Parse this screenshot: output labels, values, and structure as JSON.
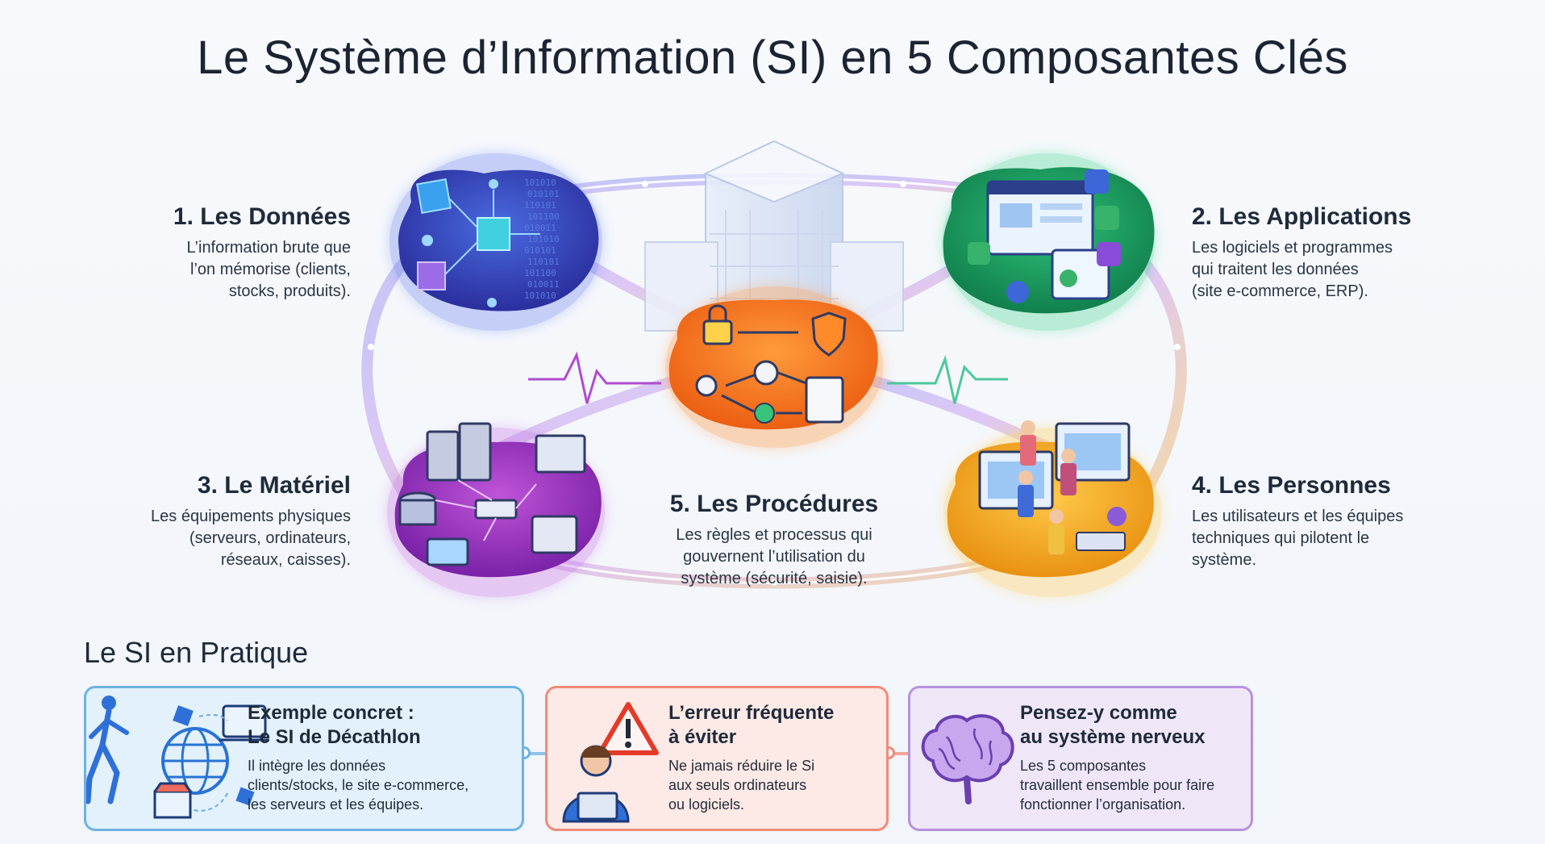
{
  "title": "Le Système d’Information (SI) en 5 Composantes Clés",
  "components": [
    {
      "heading": "1. Les Données",
      "lines": [
        "L’information brute que",
        "l’on mémorise (clients,",
        "stocks, produits)."
      ],
      "color": "#3c4fc8"
    },
    {
      "heading": "2. Les Applications",
      "lines": [
        "Les logiciels et programmes",
        "qui traitent les données",
        "(site e-commerce, ERP)."
      ],
      "color": "#1f9e62"
    },
    {
      "heading": "3. Le Matériel",
      "lines": [
        "Les équipements physiques",
        "(serveurs, ordinateurs,",
        "réseaux, caisses)."
      ],
      "color": "#9b3cc7"
    },
    {
      "heading": "4. Les Personnes",
      "lines": [
        "Les utilisateurs et les équipes",
        "techniques qui pilotent le",
        "système."
      ],
      "color": "#f0a21c"
    },
    {
      "heading": "5. Les Procédures",
      "lines": [
        "Les règles et processus qui",
        "gouvernent l’utilisation du",
        "système (sécurité, saisie)."
      ],
      "color": "#f47a1f"
    }
  ],
  "binary_text": [
    "101010",
    "010101",
    "110101",
    "101100",
    "010011",
    "101010",
    "010101",
    "110101",
    "101100",
    "010011",
    "101010"
  ],
  "practice": {
    "title": "Le SI en Pratique",
    "cards": [
      {
        "title": [
          "Exemple concret :",
          "Le SI de Décathlon"
        ],
        "lines": [
          "Il intègre les données",
          "clients/stocks, le site e-commerce,",
          "les serveurs et les équipes."
        ],
        "icon": "runner-globe-icon"
      },
      {
        "title": [
          "L’erreur fréquente",
          "à éviter"
        ],
        "lines": [
          "Ne jamais réduire le Si",
          "aux seuls ordinateurs",
          "ou logiciels."
        ],
        "icon": "warning-person-icon"
      },
      {
        "title": [
          "Pensez-y comme",
          "au système nerveux"
        ],
        "lines": [
          "Les 5 composantes",
          "travaillent ensemble pour faire",
          "fonctionner l’organisation."
        ],
        "icon": "brain-icon"
      }
    ]
  }
}
